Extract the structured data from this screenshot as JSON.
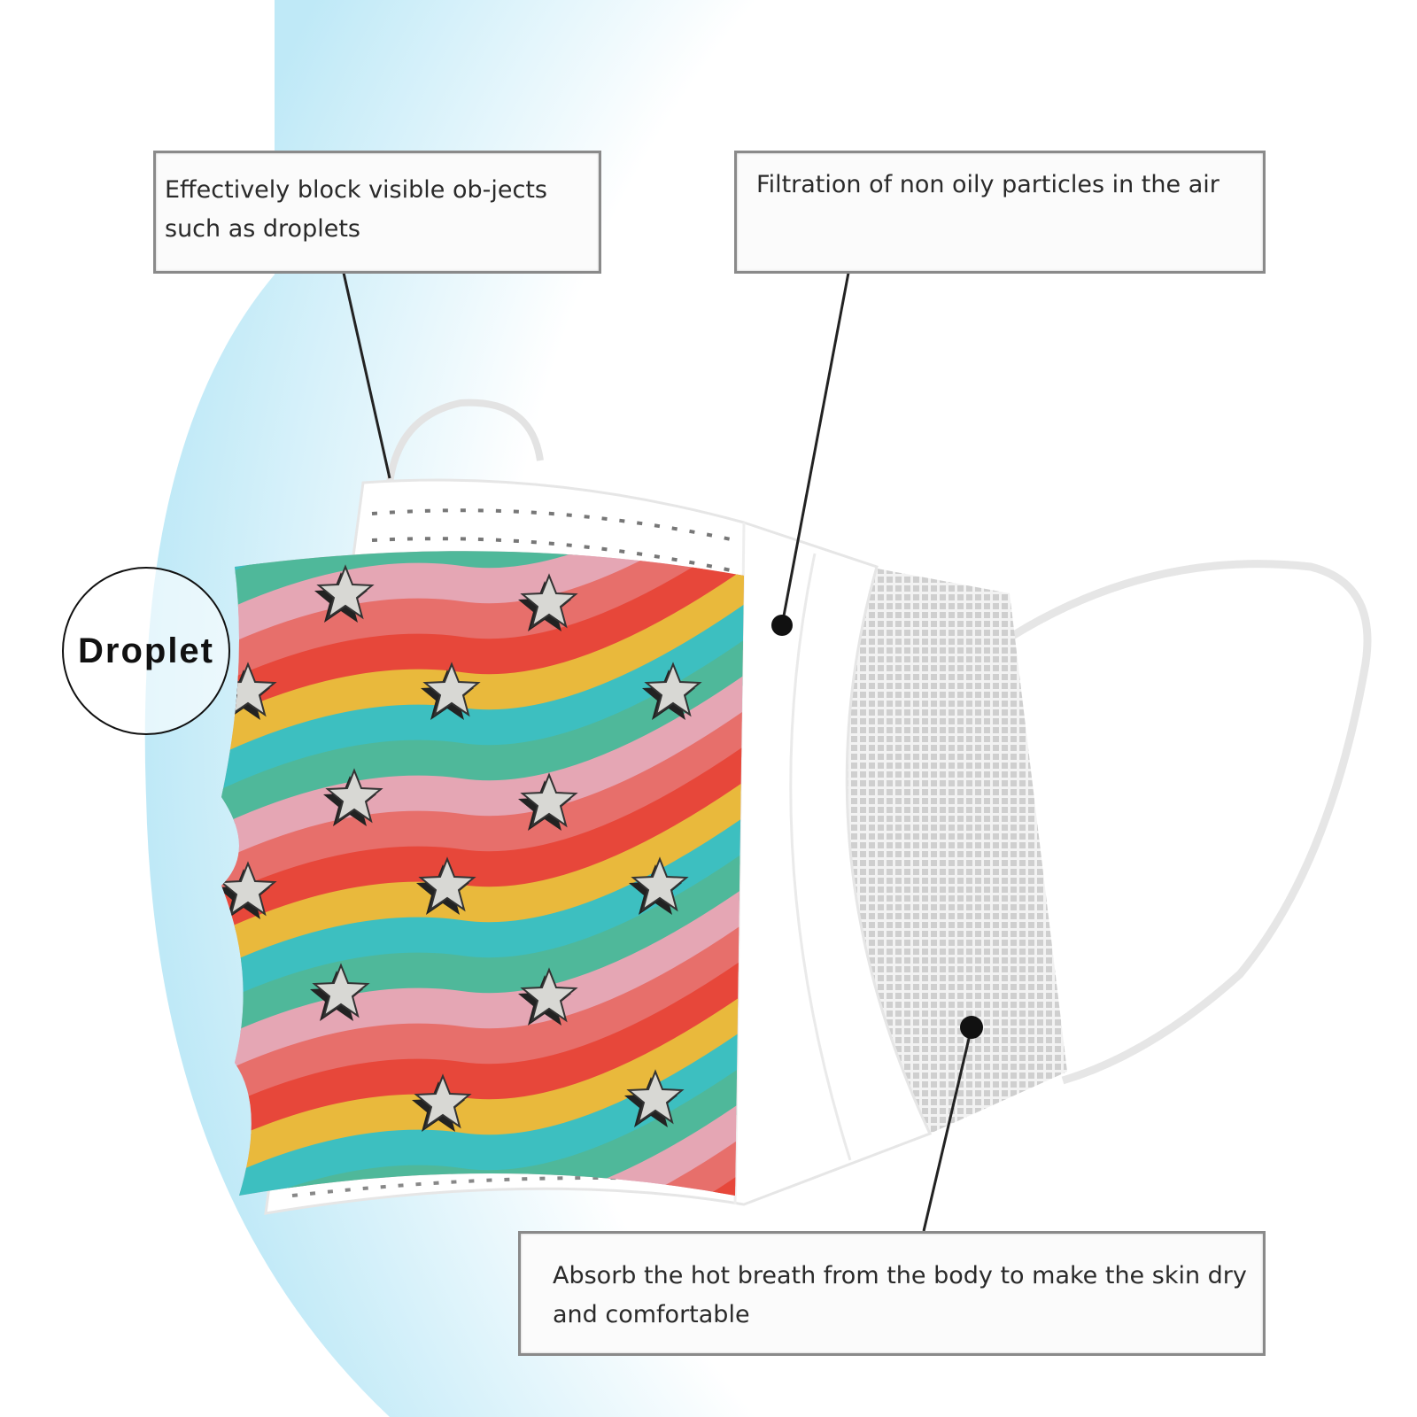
{
  "callouts": {
    "top_left": "Effectively block visible ob-jects such as droplets",
    "top_right": "Filtration of non oily particles in the air",
    "bottom": "Absorb the hot breath from the body to make the skin dry and comfortable"
  },
  "droplet_label": "Droplet",
  "colors": {
    "stripes": [
      "#e7473a",
      "#e9b93c",
      "#3dbfc0",
      "#4fb89a",
      "#e5a6b4",
      "#e76f6b"
    ],
    "shield": "#bfe9f7"
  }
}
